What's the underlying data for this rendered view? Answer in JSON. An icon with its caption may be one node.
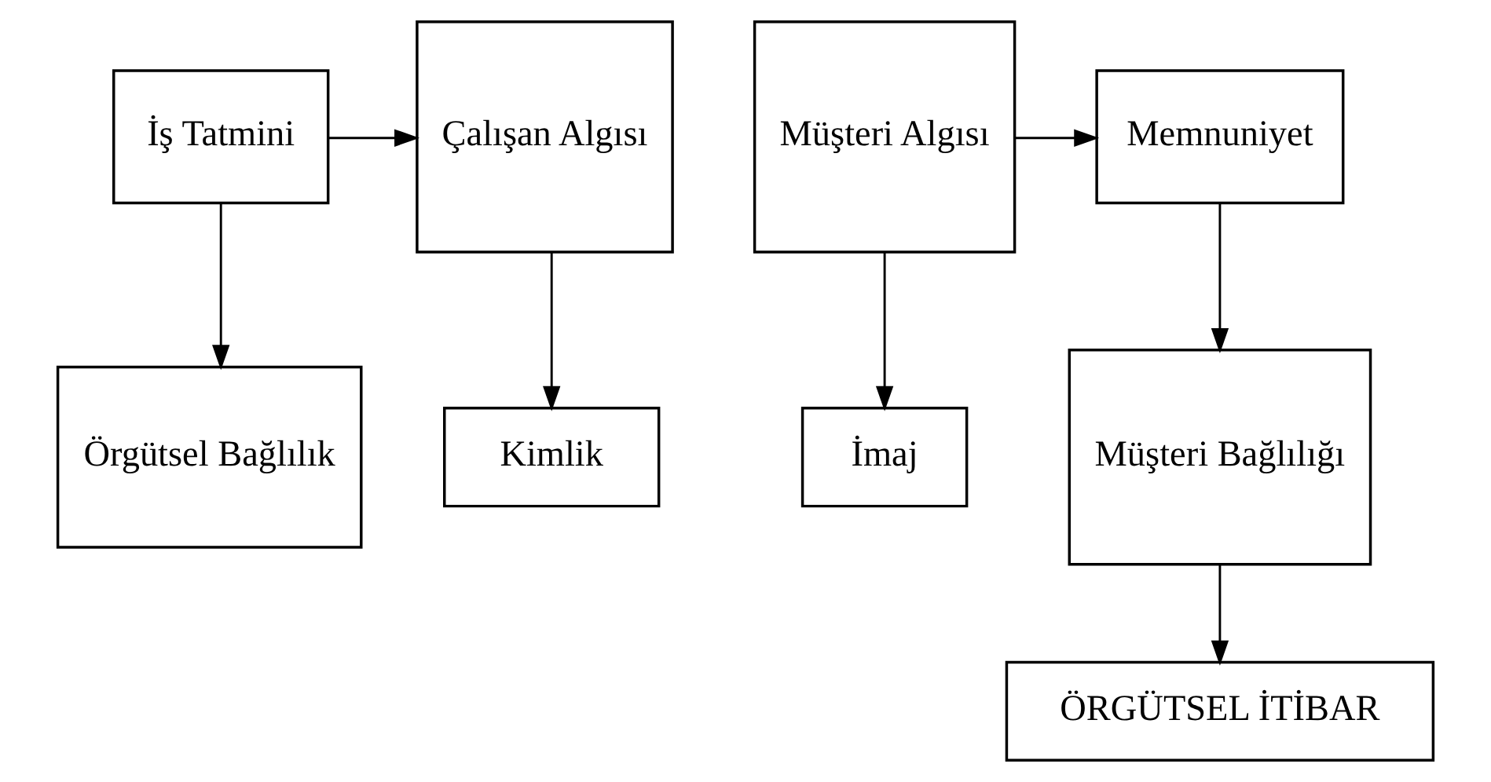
{
  "diagram": {
    "nodes": [
      {
        "text": [
          "İş Tatmini"
        ]
      },
      {
        "text": [
          "Örgütsel Bağlılık"
        ]
      },
      {
        "text": [
          "Çalışan Algısı"
        ]
      },
      {
        "text": [
          "Müşteri Algısı"
        ]
      },
      {
        "text": [
          "Kimlik"
        ]
      },
      {
        "text": [
          "İmaj"
        ]
      },
      {
        "text": [
          "Memnuniyet"
        ]
      },
      {
        "text": [
          "Müşteri Bağlılığı"
        ]
      },
      {
        "text": [
          "ÖRGÜTSEL İTİBAR"
        ]
      }
    ],
    "edges": [
      {
        "from": 0,
        "to": 2,
        "arrow": "to"
      },
      {
        "from": 0,
        "to": 1,
        "arrow": "to"
      },
      {
        "from": 2,
        "to": 4,
        "arrow": "to"
      },
      {
        "from": 3,
        "to": 5,
        "arrow": "to"
      },
      {
        "from": 3,
        "to": 6,
        "arrow": "to"
      },
      {
        "from": 6,
        "to": 7,
        "arrow": "to"
      },
      {
        "from": 7,
        "to": 8,
        "arrow": "to"
      }
    ]
  }
}
